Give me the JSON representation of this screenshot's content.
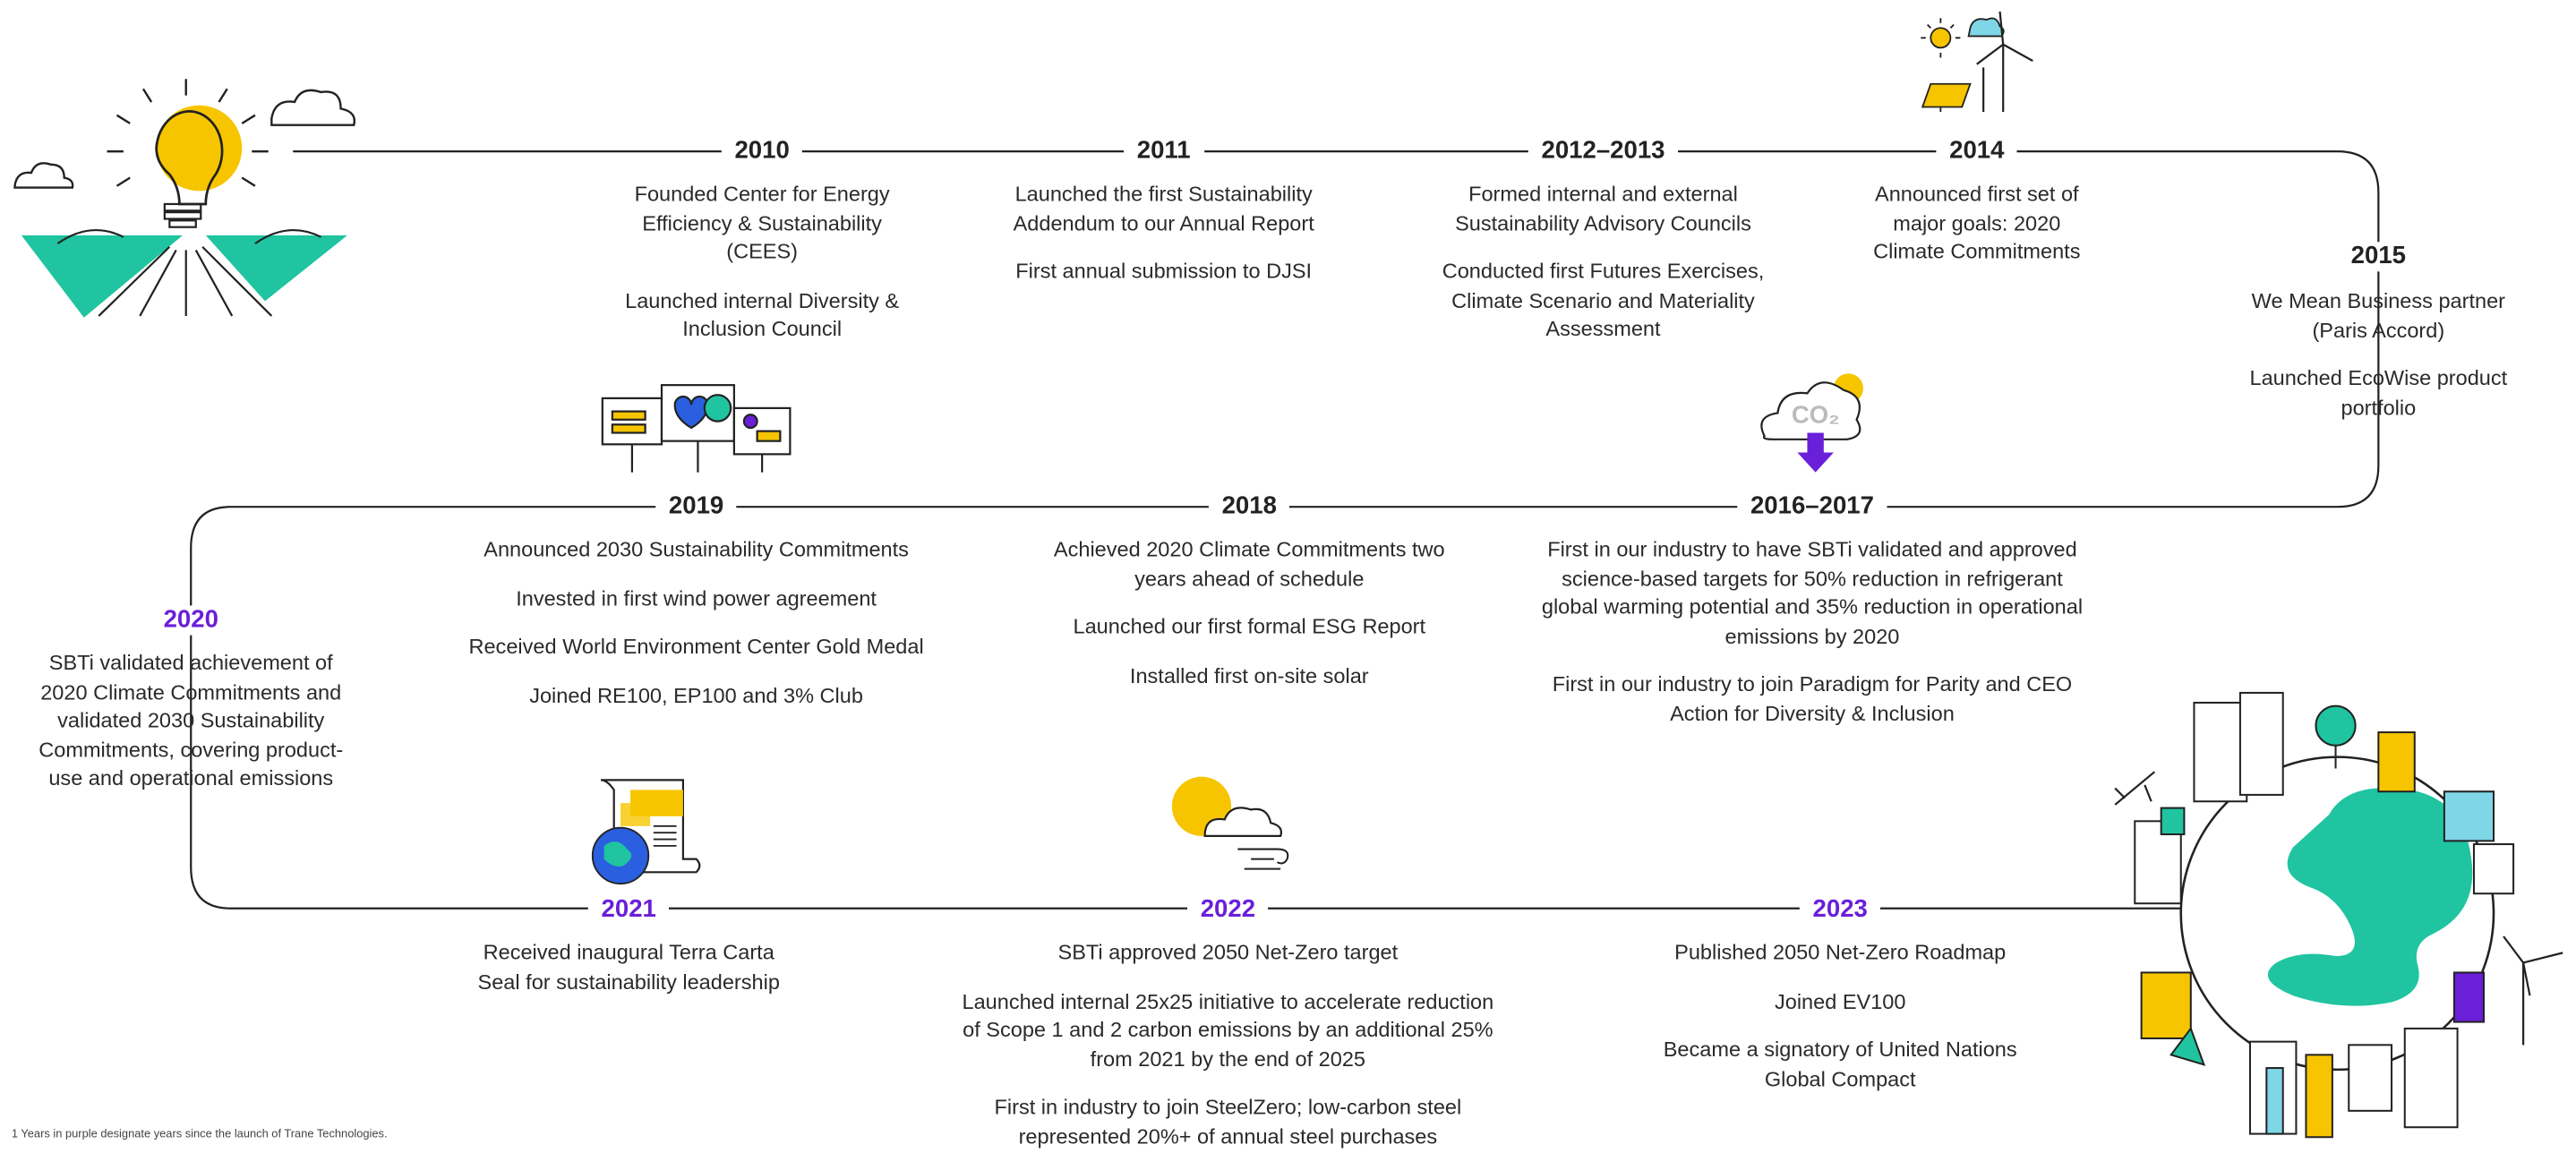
{
  "colors": {
    "purple": "#6a1fd8",
    "teal": "#20c4a0",
    "yellow": "#f7c500",
    "line": "#222222"
  },
  "milestones": {
    "y2010": {
      "year": "2010",
      "items": [
        "Founded Center for Energy Efficiency & Sustainability (CEES)",
        "Launched internal Diversity & Inclusion Council"
      ]
    },
    "y2011": {
      "year": "2011",
      "items": [
        "Launched the first Sustainability Addendum to our Annual Report",
        "First annual submission to DJSI"
      ]
    },
    "y2012": {
      "year": "2012–2013",
      "items": [
        "Formed internal and external Sustainability Advisory Councils",
        "Conducted first Futures Exercises, Climate Scenario and Materiality Assessment"
      ]
    },
    "y2014": {
      "year": "2014",
      "items": [
        "Announced first set of major goals: 2020 Climate Commitments"
      ]
    },
    "y2015": {
      "year": "2015",
      "items": [
        "We Mean Business partner (Paris Accord)",
        "Launched EcoWise product portfolio"
      ]
    },
    "y2016": {
      "year": "2016–2017",
      "items": [
        "First in our industry to have SBTi validated and approved science-based targets for 50% reduction in refrigerant global warming potential and 35% reduction in operational emissions by 2020",
        "First in our industry to join Paradigm for Parity  and CEO Action for Diversity & Inclusion"
      ]
    },
    "y2018": {
      "year": "2018",
      "items": [
        "Achieved 2020 Climate Commitments two years ahead of schedule",
        "Launched our first formal ESG Report",
        "Installed first on-site solar"
      ]
    },
    "y2019": {
      "year": "2019",
      "items": [
        "Announced 2030 Sustainability Commitments",
        "Invested in first wind power agreement",
        "Received World Environment Center Gold Medal",
        "Joined RE100, EP100 and 3% Club"
      ]
    },
    "y2020": {
      "year": "2020",
      "items": [
        "SBTi validated achievement of 2020 Climate Commitments and validated 2030 Sustainability Commitments, covering product-use and operational emissions"
      ]
    },
    "y2021": {
      "year": "2021",
      "items": [
        "Received inaugural Terra Carta Seal for sustainability leadership"
      ]
    },
    "y2022": {
      "year": "2022",
      "items": [
        "SBTi approved 2050 Net-Zero target",
        "Launched internal 25x25 initiative to accelerate reduction of Scope 1 and 2 carbon emissions by an additional 25% from 2021 by the end of 2025",
        "First in industry to join SteelZero; low-carbon steel represented 20%+ of annual steel purchases"
      ]
    },
    "y2023": {
      "year": "2023",
      "items": [
        "Published 2050 Net-Zero Roadmap",
        "Joined EV100",
        "Became a signatory of United Nations Global Compact"
      ]
    }
  },
  "co2_label": "CO₂",
  "footnote": "1 Years in purple designate years since the launch of Trane Technologies."
}
